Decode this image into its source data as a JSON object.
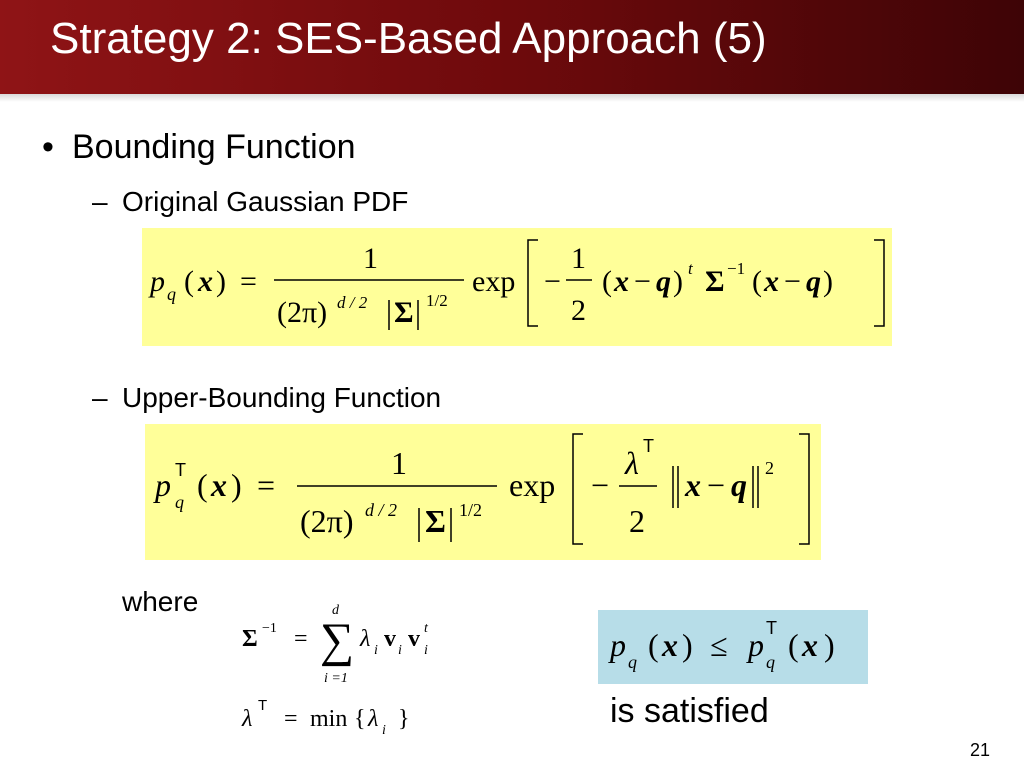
{
  "slide": {
    "title": "Strategy 2: SES-Based Approach (5)",
    "bullet": "Bounding Function",
    "bullet_marker": "•",
    "sub_marker": "–",
    "sub1": "Original Gaussian PDF",
    "sub2": "Upper-Bounding Function",
    "where": "where",
    "satisfied": "is satisfied",
    "page_number": "21"
  },
  "equations": {
    "eq1": {
      "lhs": "p",
      "lhs_sub": "q",
      "numerator": "1",
      "denominator_base": "(2π)",
      "denominator_exp": "d / 2",
      "det_exp": "1/2",
      "exp_fn": "exp",
      "half_num": "1",
      "half_den": "2"
    },
    "eq2": {
      "lhs": "p",
      "lhs_sup": "T",
      "lhs_sub": "q",
      "numerator": "1",
      "denominator_base": "(2π)",
      "denominator_exp": "d / 2",
      "det_exp": "1/2",
      "exp_fn": "exp",
      "lambda_sup": "T",
      "frac_den": "2",
      "norm_exp": "2"
    },
    "eq3": {
      "sum_top": "d",
      "sum_bottom": "i =1",
      "inv_exp": "−1",
      "t": "t"
    },
    "eq4": {
      "lambda_sup": "T",
      "min_fn": "min"
    },
    "condition": {
      "lhs_sub": "q",
      "rhs_sup": "T",
      "rhs_sub": "q"
    }
  },
  "colors": {
    "header_start": "#8f1416",
    "header_end": "#3e0406",
    "equation_bg": "#ffff99",
    "condition_bg": "#b7dde8"
  }
}
